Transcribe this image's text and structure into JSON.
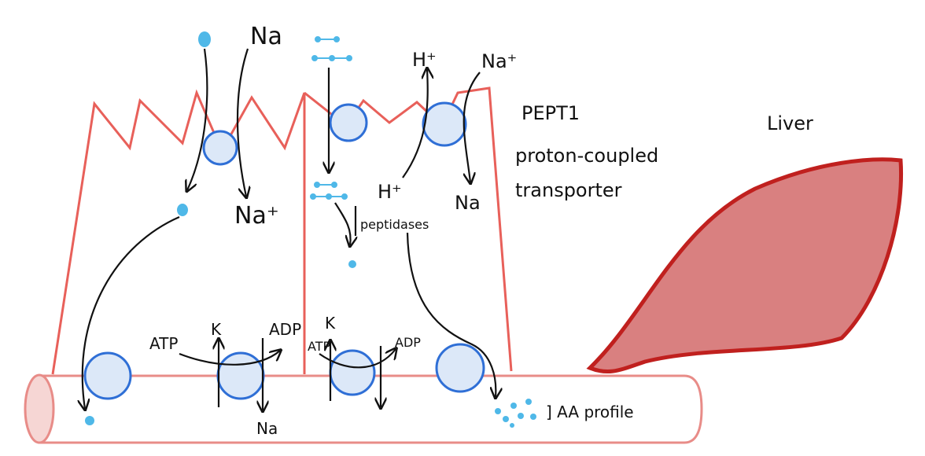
{
  "colors": {
    "cell_outline": "#e8605a",
    "transporter_fill": "#dce8f8",
    "transporter_stroke": "#2f6fd6",
    "molecule": "#4fb8e8",
    "liver_fill": "#d98080",
    "liver_stroke": "#c0201e",
    "vessel_stroke": "#e88c88",
    "vessel_fill": "#ffffff",
    "arrow": "#111111"
  },
  "labels": {
    "na_top": "Na",
    "na_plus_left": "Na⁺",
    "h_plus_top": "H⁺",
    "na_plus_top_right": "Na⁺",
    "pept1": "PEPT1",
    "proton_coupled": "proton-coupled",
    "transporter": "transporter",
    "liver": "Liver",
    "h_plus_inner": "H⁺",
    "na_inner": "Na",
    "peptidases": "peptidases",
    "atp_left": "ATP",
    "k_left": "K",
    "adp_left": "ADP",
    "na_bottom": "Na",
    "atp_right": "ATP",
    "k_right": "K",
    "adp_right": "ADP",
    "aa_profile": "] AA profile"
  },
  "icons": {
    "transporter": "circle-transporter",
    "amino_acid": "dot-molecule",
    "peptide": "dipeptide-chain"
  }
}
